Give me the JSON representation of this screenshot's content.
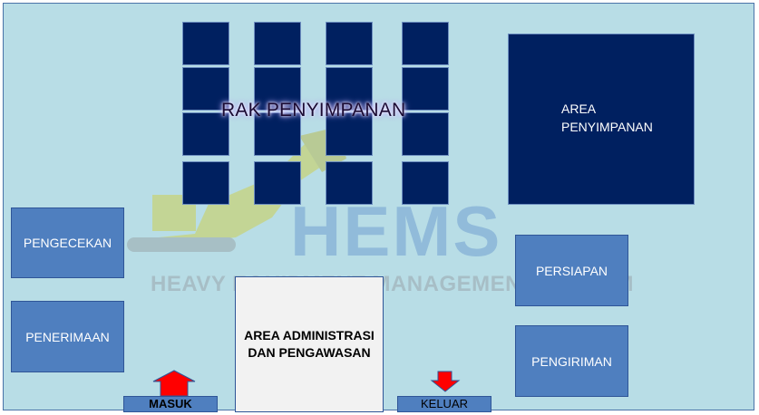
{
  "layout_title": "RAK PENYIMPANAN",
  "areas": {
    "storage": [
      "AREA",
      "PENYIMPANAN"
    ],
    "checking": "PENGECEKAN",
    "receiving": "PENERIMAAN",
    "preparation": "PERSIAPAN",
    "shipping": "PENGIRIMAN",
    "admin": [
      "AREA ADMINISTRASI",
      "DAN PENGAWASAN"
    ]
  },
  "gates": {
    "entry": "MASUK",
    "exit": "KELUAR"
  },
  "watermark": {
    "logo": "HEMS",
    "tagline": "HEAVY EQUIPMENT MANAGEMENT SYSTEM"
  },
  "colors": {
    "floor": "#b8dde6",
    "rack": "#002060",
    "zone": "#4f7fbf",
    "admin": "#f2f2f2",
    "arrow": "#ff0000"
  }
}
